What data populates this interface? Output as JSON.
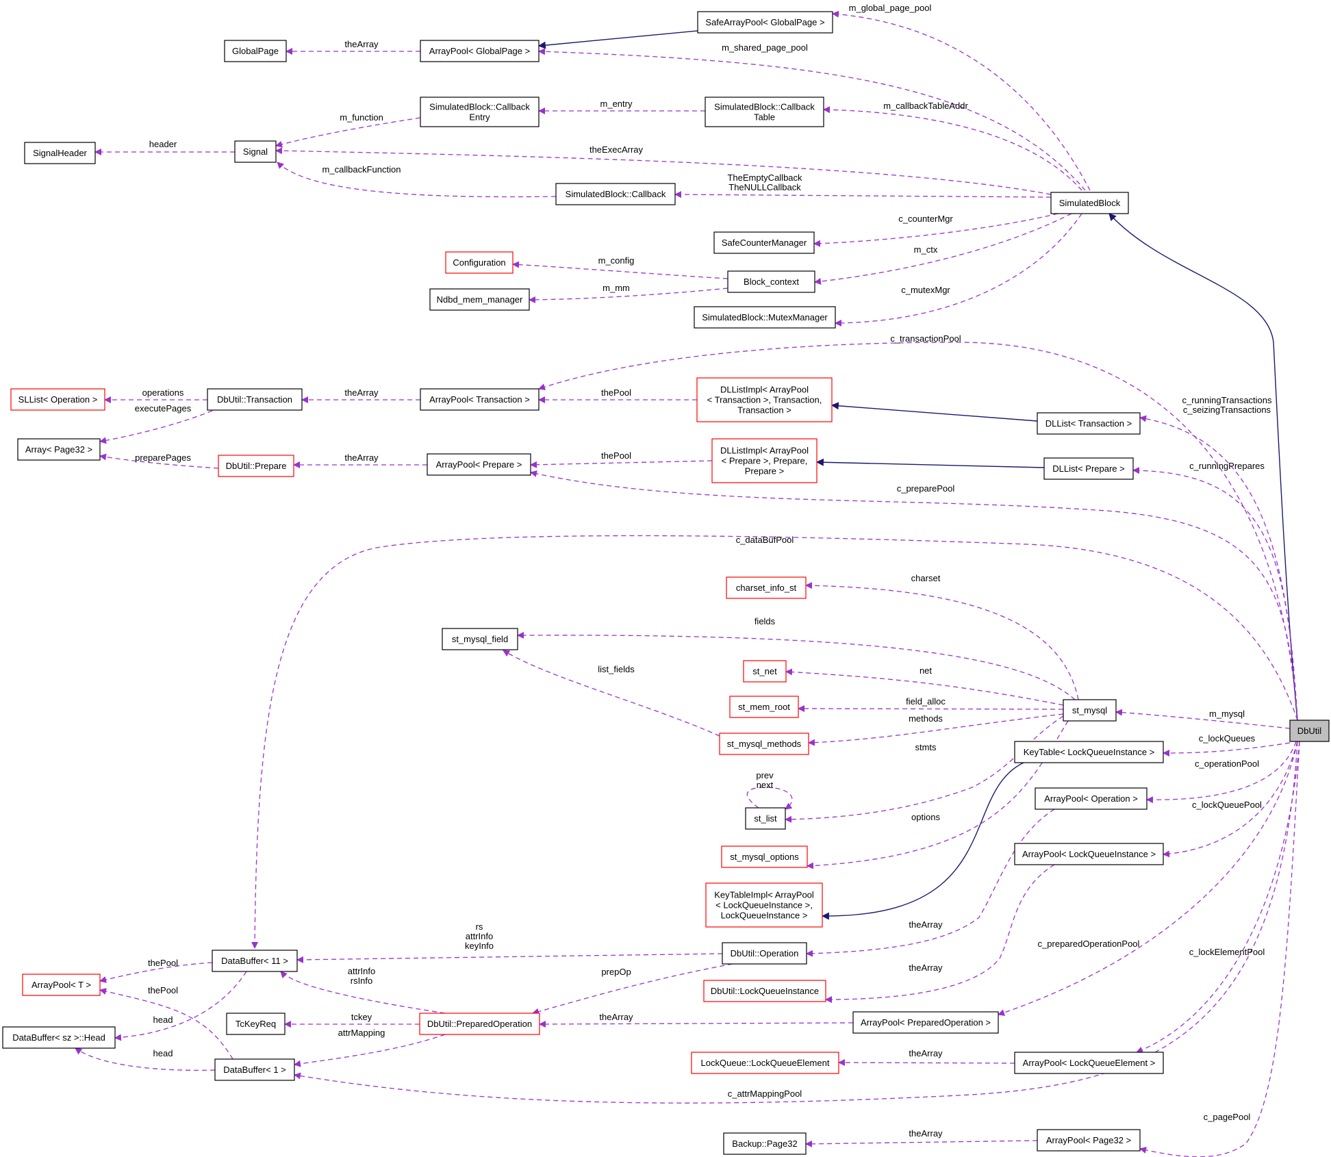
{
  "nodes": {
    "n_safearraypool_globalpage": {
      "label": "SafeArrayPool< GlobalPage >",
      "border": "black"
    },
    "n_globalpage": {
      "label": "GlobalPage",
      "border": "black"
    },
    "n_arraypool_globalpage": {
      "label": "ArrayPool< GlobalPage >",
      "border": "black"
    },
    "n_callbackentry": {
      "label": "SimulatedBlock::Callback\nEntry",
      "border": "black"
    },
    "n_callbacktable": {
      "label": "SimulatedBlock::Callback\nTable",
      "border": "black"
    },
    "n_signalheader": {
      "label": "SignalHeader",
      "border": "black"
    },
    "n_signal": {
      "label": "Signal",
      "border": "black"
    },
    "n_callback": {
      "label": "SimulatedBlock::Callback",
      "border": "black"
    },
    "n_simulatedblock": {
      "label": "SimulatedBlock",
      "border": "black"
    },
    "n_safecountermanager": {
      "label": "SafeCounterManager",
      "border": "black"
    },
    "n_configuration": {
      "label": "Configuration",
      "border": "red"
    },
    "n_blockcontext": {
      "label": "Block_context",
      "border": "black"
    },
    "n_ndbd_mem_manager": {
      "label": "Ndbd_mem_manager",
      "border": "black"
    },
    "n_mutexmanager": {
      "label": "SimulatedBlock::MutexManager",
      "border": "black"
    },
    "n_sllist_operation": {
      "label": "SLList< Operation >",
      "border": "red"
    },
    "n_dbutil_transaction": {
      "label": "DbUtil::Transaction",
      "border": "black"
    },
    "n_arraypool_transaction": {
      "label": "ArrayPool< Transaction >",
      "border": "black"
    },
    "n_dllistimpl_transaction": {
      "label": "DLListImpl< ArrayPool\n< Transaction >, Transaction,\nTransaction >",
      "border": "red"
    },
    "n_dllist_transaction": {
      "label": "DLList< Transaction >",
      "border": "black"
    },
    "n_array_page32": {
      "label": "Array< Page32 >",
      "border": "black"
    },
    "n_dbutil_prepare": {
      "label": "DbUtil::Prepare",
      "border": "red"
    },
    "n_arraypool_prepare": {
      "label": "ArrayPool< Prepare >",
      "border": "black"
    },
    "n_dllistimpl_prepare": {
      "label": "DLListImpl< ArrayPool\n< Prepare >, Prepare,\nPrepare >",
      "border": "red"
    },
    "n_dllist_prepare": {
      "label": "DLList< Prepare >",
      "border": "black"
    },
    "n_charset_info_st": {
      "label": "charset_info_st",
      "border": "red"
    },
    "n_st_mysql_field": {
      "label": "st_mysql_field",
      "border": "black"
    },
    "n_st_net": {
      "label": "st_net",
      "border": "red"
    },
    "n_st_mem_root": {
      "label": "st_mem_root",
      "border": "red"
    },
    "n_st_mysql": {
      "label": "st_mysql",
      "border": "black"
    },
    "n_st_mysql_methods": {
      "label": "st_mysql_methods",
      "border": "red"
    },
    "n_dbutil": {
      "label": "DbUtil",
      "border": "black"
    },
    "n_keytable_lqi": {
      "label": "KeyTable< LockQueueInstance >",
      "border": "black"
    },
    "n_st_list": {
      "label": "st_list",
      "border": "black"
    },
    "n_arraypool_operation": {
      "label": "ArrayPool< Operation >",
      "border": "black"
    },
    "n_st_mysql_options": {
      "label": "st_mysql_options",
      "border": "red"
    },
    "n_arraypool_lqi": {
      "label": "ArrayPool< LockQueueInstance >",
      "border": "black"
    },
    "n_keytableimpl": {
      "label": "KeyTableImpl< ArrayPool\n< LockQueueInstance >,\nLockQueueInstance >",
      "border": "red"
    },
    "n_databuffer_11": {
      "label": "DataBuffer< 11 >",
      "border": "black"
    },
    "n_dbutil_operation": {
      "label": "DbUtil::Operation",
      "border": "black"
    },
    "n_arraypool_t": {
      "label": "ArrayPool< T >",
      "border": "red"
    },
    "n_dbutil_lockqueueinstance": {
      "label": "DbUtil::LockQueueInstance",
      "border": "red"
    },
    "n_tckeyreq": {
      "label": "TcKeyReq",
      "border": "black"
    },
    "n_dbutil_preparedoperation": {
      "label": "DbUtil::PreparedOperation",
      "border": "red"
    },
    "n_arraypool_preparedoperation": {
      "label": "ArrayPool< PreparedOperation >",
      "border": "black"
    },
    "n_databuffer_head": {
      "label": "DataBuffer< sz >::Head",
      "border": "black"
    },
    "n_databuffer_1": {
      "label": "DataBuffer< 1 >",
      "border": "black"
    },
    "n_lockqueueelement": {
      "label": "LockQueue::LockQueueElement",
      "border": "red"
    },
    "n_arraypool_lockqueueelement": {
      "label": "ArrayPool< LockQueueElement >",
      "border": "black"
    },
    "n_backup_page32": {
      "label": "Backup::Page32",
      "border": "black"
    },
    "n_arraypool_page32": {
      "label": "ArrayPool< Page32 >",
      "border": "black"
    }
  },
  "edge_labels": {
    "m_global_page_pool": "m_global_page_pool",
    "theArray_globalpage": "theArray",
    "m_shared_page_pool": "m_shared_page_pool",
    "m_function": "m_function",
    "m_entry": "m_entry",
    "m_callbackTableAddr": "m_callbackTableAddr",
    "header": "header",
    "theExecArray": "theExecArray",
    "m_callbackFunction": "m_callbackFunction",
    "empty_null_callback": "TheEmptyCallback\nTheNULLCallback",
    "c_counterMgr": "c_counterMgr",
    "m_config": "m_config",
    "m_ctx": "m_ctx",
    "m_mm": "m_mm",
    "c_mutexMgr": "c_mutexMgr",
    "c_transactionPool": "c_transactionPool",
    "operations": "operations",
    "theArray_transaction": "theArray",
    "thePool_transaction": "thePool",
    "executePages": "executePages",
    "running_seizing_transactions": "c_runningTransactions\nc_seizingTransactions",
    "preparePages": "preparePages",
    "theArray_prepare": "theArray",
    "thePool_prepare": "thePool",
    "c_runningPrepares": "c_runningPrepares",
    "c_preparePool": "c_preparePool",
    "c_dataBufPool": "c_dataBufPool",
    "charset": "charset",
    "fields": "fields",
    "list_fields": "list_fields",
    "net": "net",
    "field_alloc": "field_alloc",
    "m_mysql": "m_mysql",
    "methods": "methods",
    "c_lockQueues": "c_lockQueues",
    "stmts": "stmts",
    "prev_next": "prev\nnext",
    "c_operationPool": "c_operationPool",
    "options": "options",
    "c_lockQueuePool": "c_lockQueuePool",
    "rs_attr_key": "rs\nattrInfo\nkeyInfo",
    "theArray_operation": "theArray",
    "c_preparedOperationPool": "c_preparedOperationPool",
    "c_lockElementPool": "c_lockElementPool",
    "thePool_11": "thePool",
    "prepOp": "prepOp",
    "attrInfo_rsInfo": "attrInfo\nrsInfo",
    "theArray_lqi": "theArray",
    "thePool_1": "thePool",
    "head_11": "head",
    "tckey": "tckey",
    "theArray_preparedop": "theArray",
    "attrMapping": "attrMapping",
    "head_1": "head",
    "theArray_lqe": "theArray",
    "c_attrMappingPool": "c_attrMappingPool",
    "c_pagePool": "c_pagePool",
    "theArray_page32": "theArray"
  }
}
